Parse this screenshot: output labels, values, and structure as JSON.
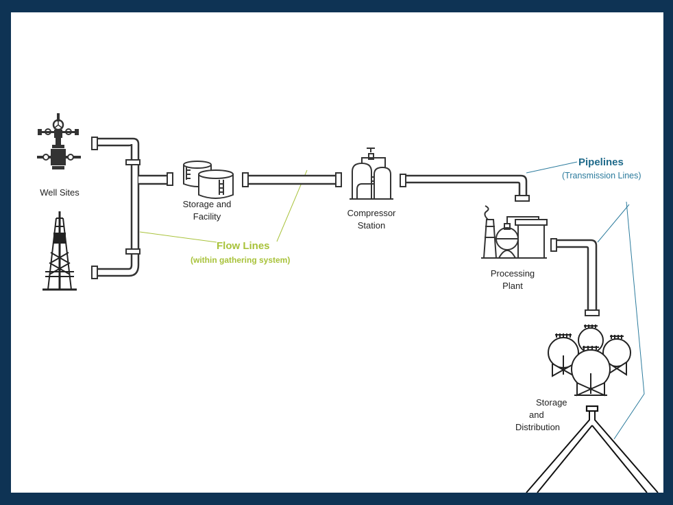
{
  "diagram": {
    "nodes": [
      {
        "id": "well-sites",
        "label": "Well Sites"
      },
      {
        "id": "storage-facility",
        "label_line1": "Storage and",
        "label_line2": "Facility"
      },
      {
        "id": "compressor-station",
        "label_line1": "Compressor",
        "label_line2": "Station"
      },
      {
        "id": "processing-plant",
        "label_line1": "Processing",
        "label_line2": "Plant"
      },
      {
        "id": "storage-distribution",
        "label_line1": "Storage",
        "label_line2": "and",
        "label_line3": "Distribution"
      }
    ],
    "annotations": {
      "flow_lines": {
        "title": "Flow Lines",
        "subtitle": "(within gathering system)",
        "color": "#a8c23a"
      },
      "pipelines": {
        "title": "Pipelines",
        "subtitle": "(Transmission Lines)",
        "color": "#1f6a8a"
      }
    },
    "colors": {
      "frame": "#0e3354",
      "icon": "#2b2b2b",
      "background": "#ffffff"
    }
  }
}
